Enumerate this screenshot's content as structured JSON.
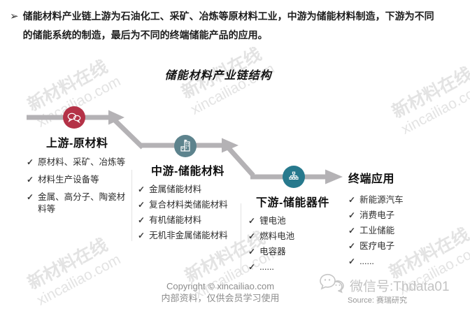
{
  "intro": {
    "bullet": "➢",
    "text": "储能材料产业链上游为石油化工、采矿、冶炼等原材料工业，中游为储能材料制造，下游为不同的储能系统的制造，最后为不同的终端储能产品的应用。"
  },
  "diagram": {
    "title": "储能材料产业链结构",
    "check_glyph": "✓",
    "stages": [
      {
        "name": "上游-原材料",
        "icon": "chat-bubbles-icon",
        "color": "#b43247",
        "items": [
          "原材料、采矿、冶炼等",
          "材料生产设备等",
          "金属、高分子、陶瓷材料等"
        ]
      },
      {
        "name": "中游-储能材料",
        "icon": "building-icon",
        "color": "#5d838d",
        "items": [
          "金属储能材料",
          "复合材料类储能材料",
          "有机储能材料",
          "无机非金属储能材料"
        ]
      },
      {
        "name": "下游-储能器件",
        "icon": "org-chart-icon",
        "color": "#27798d",
        "items": [
          "锂电池",
          "燃料电池",
          "电容器",
          "......"
        ]
      },
      {
        "name": "终端应用",
        "icon": "",
        "color": "",
        "items": [
          "新能源汽车",
          "消费电子",
          "工业储能",
          "医疗电子",
          "......"
        ]
      }
    ]
  },
  "footer": {
    "copyright_line1": "Copyright © xincailiao.com",
    "copyright_line2": "内部资料，仅供会员学习使用",
    "wechat_label": "微信号:Thdata01",
    "source_label": "Source: 赛瑞研究"
  },
  "watermark": {
    "cn": "新材料在线",
    "en": "xincailiao.com"
  },
  "colors": {
    "stage_upstream": "#b43247",
    "stage_midstream": "#5d838d",
    "stage_downstream": "#27798d",
    "flow_line": "#b4b2b5"
  }
}
